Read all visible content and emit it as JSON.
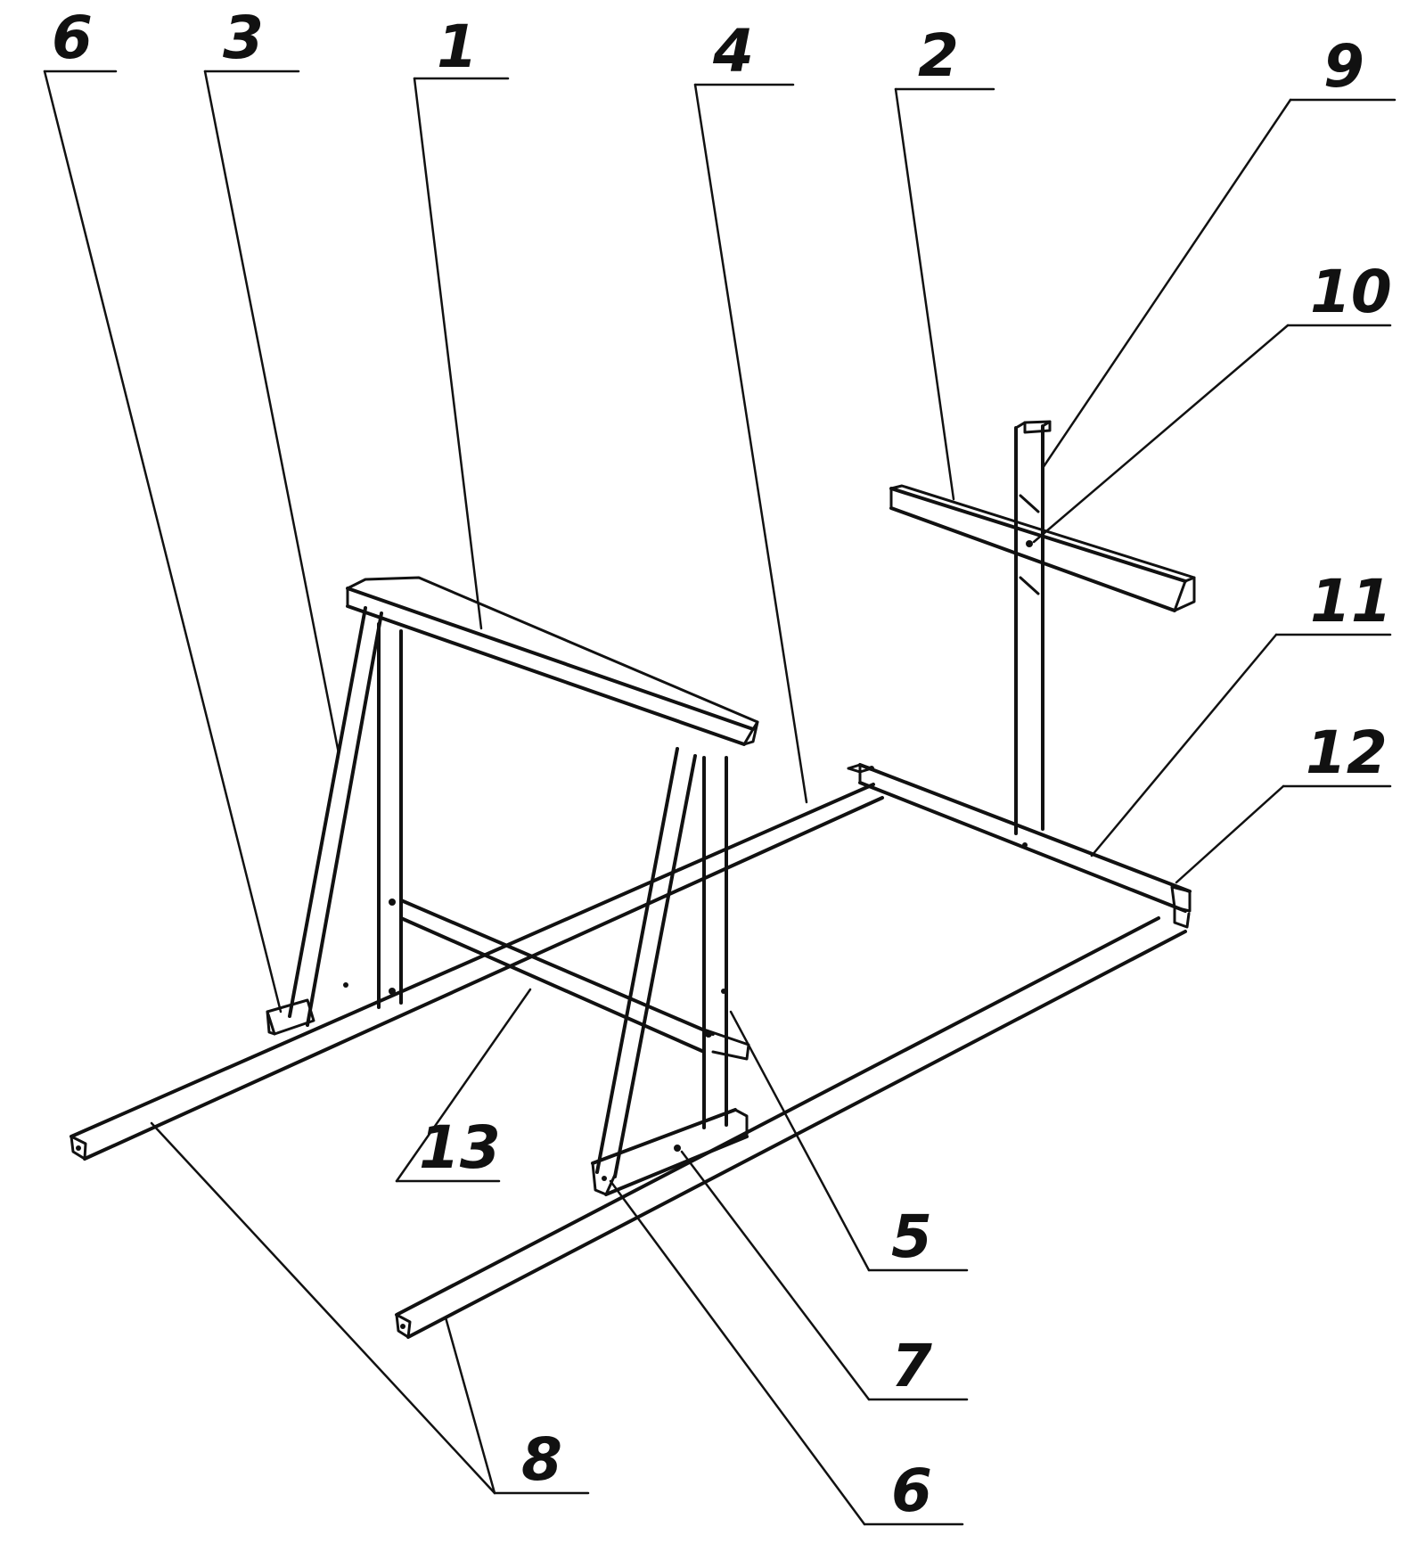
{
  "labels": {
    "l1": "1",
    "l2": "2",
    "l3": "3",
    "l4": "4",
    "l5": "5",
    "l6a": "6",
    "l6b": "6",
    "l7": "7",
    "l8": "8",
    "l9": "9",
    "l10": "10",
    "l11": "11",
    "l12": "12",
    "l13": "13"
  },
  "colors": {
    "ink": "#111111",
    "paper": "#ffffff"
  }
}
